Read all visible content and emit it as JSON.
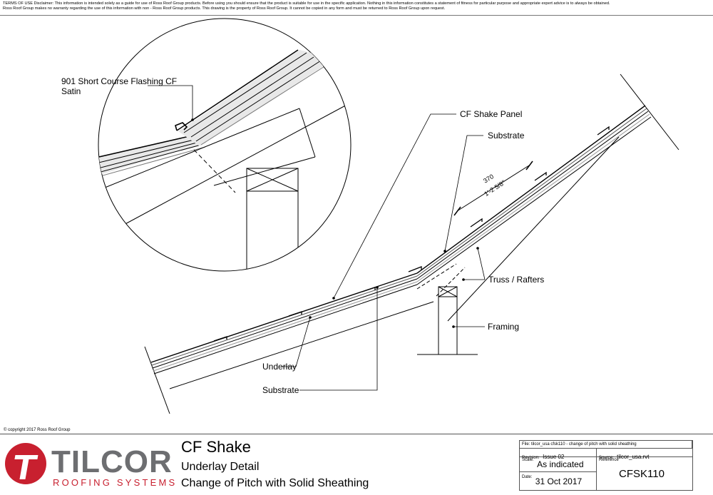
{
  "disclaimer": {
    "line1": "TERMS OF USE Disclaimer: This information is intended solely as a guide for use of Ross Roof Group products. Before using you should ensure that the product is suitable for use in the specific application. Nothing in this information constitutes a statement of fitness for particular purpose and appropriate expert advice is to always be obtained.",
    "line2": "Ross Roof Group makes no warranty regarding the use of this information with non - Ross Roof Group products. This drawing is the property of Ross Roof Group. It cannot be copied in any form and must be returned to Ross Roof Group upon request."
  },
  "labels": {
    "flashing": "901 Short Course Flashing CF",
    "flashing2": "Satin",
    "cf_shake_panel": "CF Shake Panel",
    "substrate_top": "Substrate",
    "truss": "Truss / Rafters",
    "framing": "Framing",
    "underlay": "Underlay",
    "substrate_bottom": "Substrate",
    "dim_mm": "370",
    "dim_imperial": "1'-2 5/8\""
  },
  "footer": {
    "copyright": "© copyright 2017 Ross Roof Group",
    "brand": "TILCOR",
    "brand_sub": "ROOFING SYSTEMS",
    "title": "CF Shake",
    "subtitle1": "Underlay Detail",
    "subtitle2": "Change of Pitch with Solid Sheathing"
  },
  "title_block": {
    "file": "File: tilcor_usa cfsk110 - change of pitch with solid sheathing",
    "revision_label": "Revision:",
    "revision": "Issue 02",
    "source_label": "Source:",
    "source": "tilcor_usa.rvt",
    "scale_label": "Scale:",
    "scale": "As indicated",
    "reference_label": "Reference",
    "date_label": "Date:",
    "date": "31 Oct 2017",
    "reference": "CFSK110"
  },
  "colors": {
    "brand_red": "#c8202f",
    "brand_grey": "#6d6e71"
  }
}
